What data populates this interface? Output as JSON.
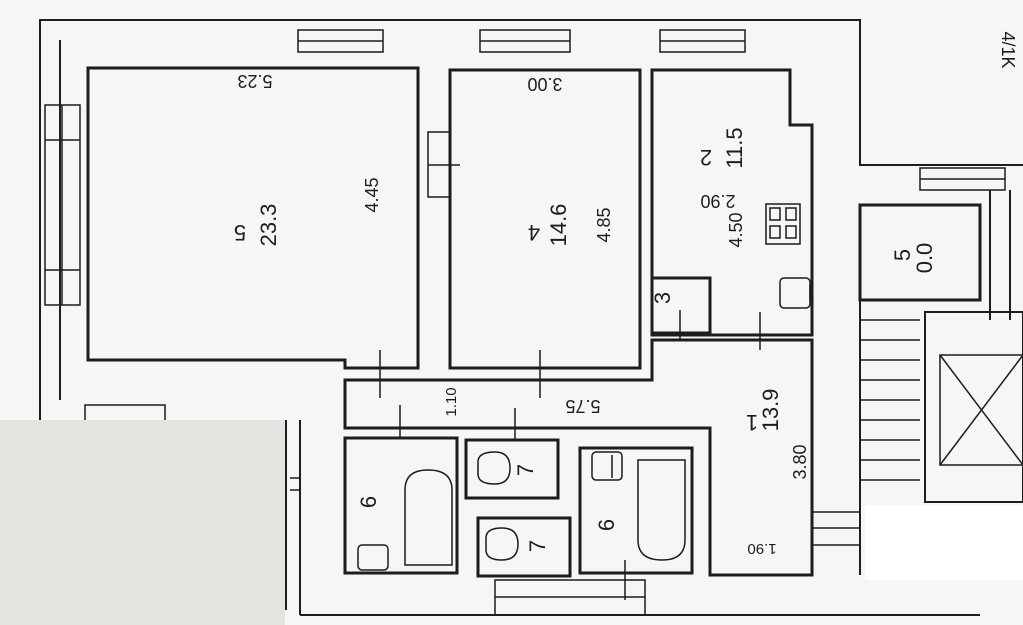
{
  "corner_label": "4/1K",
  "rooms": [
    {
      "id": "room-5",
      "number": "5",
      "area": "23.3",
      "dim_width": "5.23",
      "dim_height": "4.45"
    },
    {
      "id": "room-4",
      "number": "4",
      "area": "14.6",
      "dim_width": "3.00",
      "dim_height": "4.85"
    },
    {
      "id": "room-2",
      "number": "2",
      "area": "11.5",
      "dim_width": "4.50",
      "dim_height": "2.90"
    },
    {
      "id": "room-1",
      "number": "1",
      "area": "13.9",
      "dim_width": "5.75",
      "dim_height": "3.80",
      "dim_extra": "1.10",
      "dim_small": "1.90"
    },
    {
      "id": "room-3",
      "number": "3"
    },
    {
      "id": "room-6a",
      "number": "6"
    },
    {
      "id": "room-6b",
      "number": "6"
    },
    {
      "id": "room-7a",
      "number": "7"
    },
    {
      "id": "room-7b",
      "number": "7"
    },
    {
      "id": "stair-5",
      "number": "5",
      "area": "0.0"
    }
  ]
}
